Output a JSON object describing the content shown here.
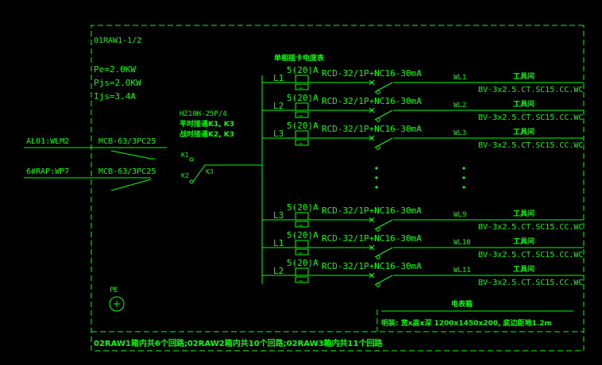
{
  "panel": {
    "id": "01RAW1-1/2",
    "pe": "Pe=2.0KW",
    "pjs": "Pjs=2.0KW",
    "ijs": "Ijs=3.4A",
    "meter_title": "单相插卡电度表",
    "pe_label": "PE",
    "box_label": "电表箱",
    "box_note": "明装: 宽x高x深 1200x1450x200, 底边距地1.2m",
    "bottom_note": "02RAW1箱内共6个回路;02RAW2箱内共10个回路;02RAW3箱内共11个回路"
  },
  "incoming": [
    {
      "source": "AL01:WLM2",
      "breaker": "MCB-63/3PC25",
      "tag": "K1"
    },
    {
      "source": "6#RAP:WP7",
      "breaker": "MCB-63/3PC25",
      "tag": "K2"
    }
  ],
  "switch": {
    "model": "HZ10H-25P/4",
    "line1": "平时接通K1, K3",
    "line2": "战时接通K2, K3",
    "k3": "K3"
  },
  "circuits": [
    {
      "phase": "L1",
      "meter": "5(20)A",
      "breaker": "RCD-32/1P+NC16-30mA",
      "wl": "WL1",
      "usage": "工具间",
      "cable": "BV-3x2.5.CT.SC15.CC.WC"
    },
    {
      "phase": "L2",
      "meter": "5(20)A",
      "breaker": "RCD-32/1P+NC16-30mA",
      "wl": "WL2",
      "usage": "工具间",
      "cable": "BV-3x2.5.CT.SC15.CC.WC"
    },
    {
      "phase": "L3",
      "meter": "5(20)A",
      "breaker": "RCD-32/1P+NC16-30mA",
      "wl": "WL3",
      "usage": "工具间",
      "cable": "BV-3x2.5.CT.SC15.CC.WC"
    },
    {
      "phase": "L3",
      "meter": "5(20)A",
      "breaker": "RCD-32/1P+NC16-30mA",
      "wl": "WL9",
      "usage": "工具间",
      "cable": "BV-3x2.5.CT.SC15.CC.WC"
    },
    {
      "phase": "L1",
      "meter": "5(20)A",
      "breaker": "RCD-32/1P+NC16-30mA",
      "wl": "WL10",
      "usage": "工具间",
      "cable": "BV-3x2.5.CT.SC15.CC.WC"
    },
    {
      "phase": "L2",
      "meter": "5(20)A",
      "breaker": "RCD-32/1P+NC16-30mA",
      "wl": "WL11",
      "usage": "工具间",
      "cable": "BV-3x2.5.CT.SC15.CC.WC"
    }
  ],
  "meter_symbol": "kWh",
  "colors": {
    "line": "#00ff00",
    "background": "#000000"
  }
}
